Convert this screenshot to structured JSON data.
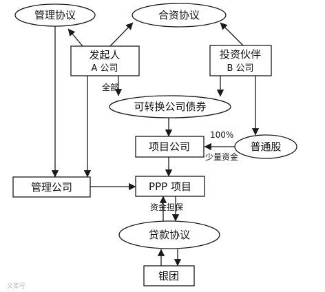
{
  "nodes": {
    "management_agreement": "管理协议",
    "joint_venture_agreement": "合资协议",
    "sponsor_a": {
      "line1": "发起人",
      "line2": "A 公司"
    },
    "investor_b": {
      "line1": "投资伙伴",
      "line2": "B 公司"
    },
    "convertible_bond": "可转换公司债券",
    "project_company": "项目公司",
    "common_stock": "普通股",
    "management_company": "管理公司",
    "ppp_project": "PPP 项目",
    "loan_agreement": "贷款协议",
    "bank_group": "银团"
  },
  "edge_labels": {
    "all": "全部",
    "hundred_percent": "100%",
    "small_capital": "少量资金",
    "capital_guarantee": "资金担保"
  },
  "watermark": "文库号"
}
